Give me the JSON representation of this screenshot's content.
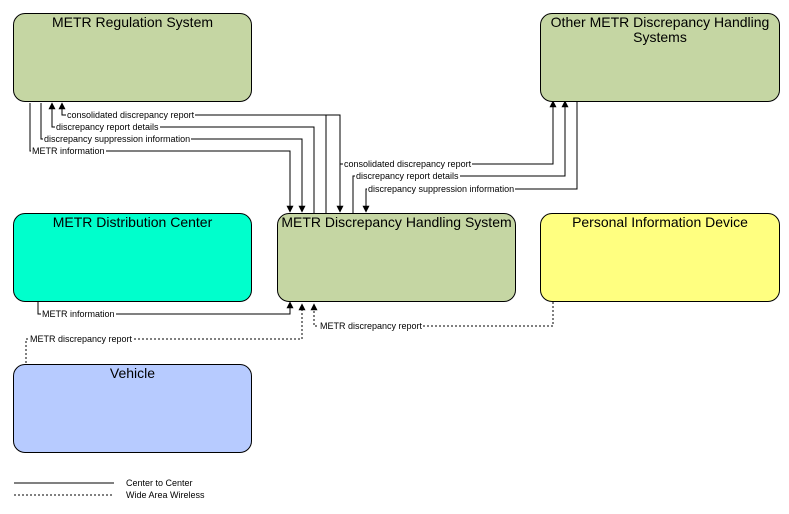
{
  "colors": {
    "regulation": "#c5d6a3",
    "other_handling": "#c5d6a3",
    "distribution": "#00ffcc",
    "handling": "#c5d6a3",
    "pid": "#ffff80",
    "vehicle": "#b7cbff",
    "line": "#000000"
  },
  "nodes": {
    "regulation": "METR Regulation System",
    "other_handling": "Other METR Discrepancy Handling Systems",
    "distribution": "METR Distribution Center",
    "handling": "METR Discrepancy Handling System",
    "pid": "Personal Information Device",
    "vehicle": "Vehicle"
  },
  "flows": {
    "reg_consolidated": "consolidated discrepancy report",
    "reg_details": "discrepancy report details",
    "reg_suppression": "discrepancy suppression information",
    "reg_metr_info": "METR information",
    "oth_consolidated": "consolidated discrepancy report",
    "oth_details": "discrepancy report details",
    "oth_suppression": "discrepancy suppression information",
    "dist_metr_info": "METR information",
    "pid_report": "METR discrepancy report",
    "veh_report": "METR discrepancy report"
  },
  "legend": {
    "center_to_center": "Center to Center",
    "wide_area_wireless": "Wide Area Wireless"
  }
}
